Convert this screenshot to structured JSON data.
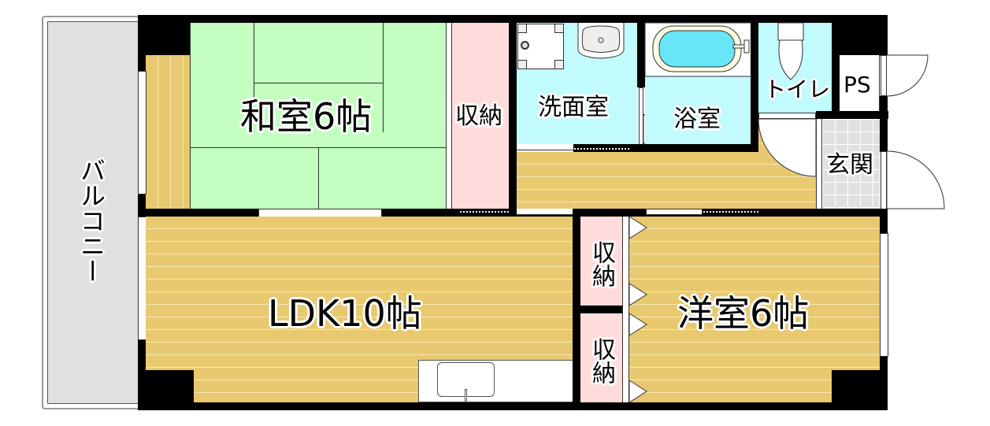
{
  "floorplan": {
    "rooms": {
      "balcony": {
        "label": "バルコニー",
        "color": "#e0e0e0"
      },
      "washitsu": {
        "label": "和室6帖",
        "color": "#c3fdc0"
      },
      "storage_top": {
        "label": "収納",
        "color": "#ffdcdc"
      },
      "washroom": {
        "label": "洗面室",
        "color": "#c2fbfd"
      },
      "bath": {
        "label": "浴室",
        "color": "#c2fbfd"
      },
      "toilet": {
        "label": "トイレ",
        "color": "#c2fbfd"
      },
      "ps": {
        "label": "PS",
        "color": "#ffffff"
      },
      "entrance": {
        "label": "玄関",
        "color": "#e0e0e0"
      },
      "ldk": {
        "label": "LDK10帖",
        "color": "#e8c96f"
      },
      "storage_mid1": {
        "label": "収納",
        "color": "#ffdcdc"
      },
      "storage_mid2": {
        "label": "収納",
        "color": "#ffdcdc"
      },
      "yoshitsu": {
        "label": "洋室6帖",
        "color": "#e8c96f"
      }
    },
    "colors": {
      "wall": "#000000",
      "wood_floor": "#e8c96f",
      "wood_line": "#f6e6b8",
      "tatami": "#c3fdc0",
      "water_area": "#c2fbfd",
      "storage": "#ffdcdc",
      "balcony": "#e0e0e0"
    }
  }
}
